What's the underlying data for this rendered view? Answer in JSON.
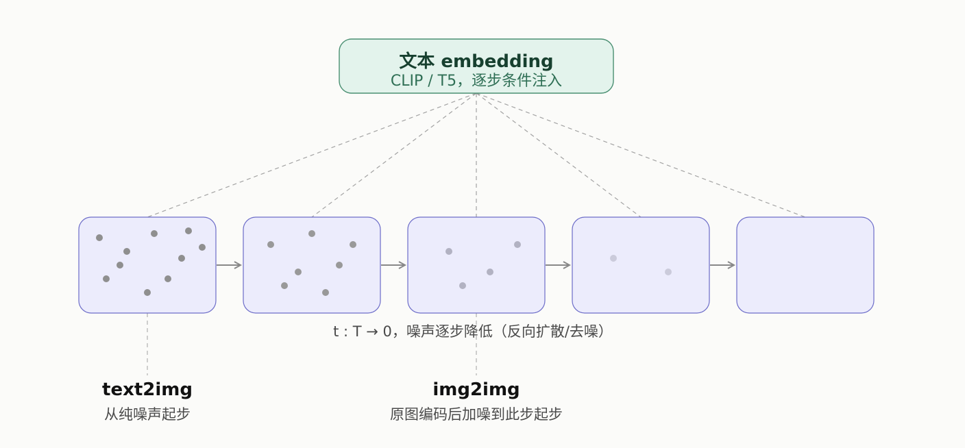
{
  "embedding": {
    "title": "文本 embedding",
    "subtitle": "CLIP / T5，逐步条件注入"
  },
  "axis_caption": "t : T → 0，噪声逐步降低（反向扩散/去噪）",
  "stages": [
    {
      "noise_level": "high"
    },
    {
      "noise_level": "medium-high"
    },
    {
      "noise_level": "medium"
    },
    {
      "noise_level": "low"
    },
    {
      "noise_level": "none"
    }
  ],
  "entry_points": [
    {
      "label": "text2img",
      "desc": "从纯噪声起步",
      "stage_index": 0
    },
    {
      "label": "img2img",
      "desc": "原图编码后加噪到此步起步",
      "stage_index": 2
    }
  ],
  "colors": {
    "embedding_fill": "#e3f3ec",
    "embedding_stroke": "#4a8f72",
    "panel_fill": "#ececfc",
    "panel_stroke": "#6c6cc8",
    "arrow": "#888888",
    "dashed": "#a3a3a3",
    "dot_dark": "#8f8f8f",
    "dot_light": "#c4c4d6"
  }
}
